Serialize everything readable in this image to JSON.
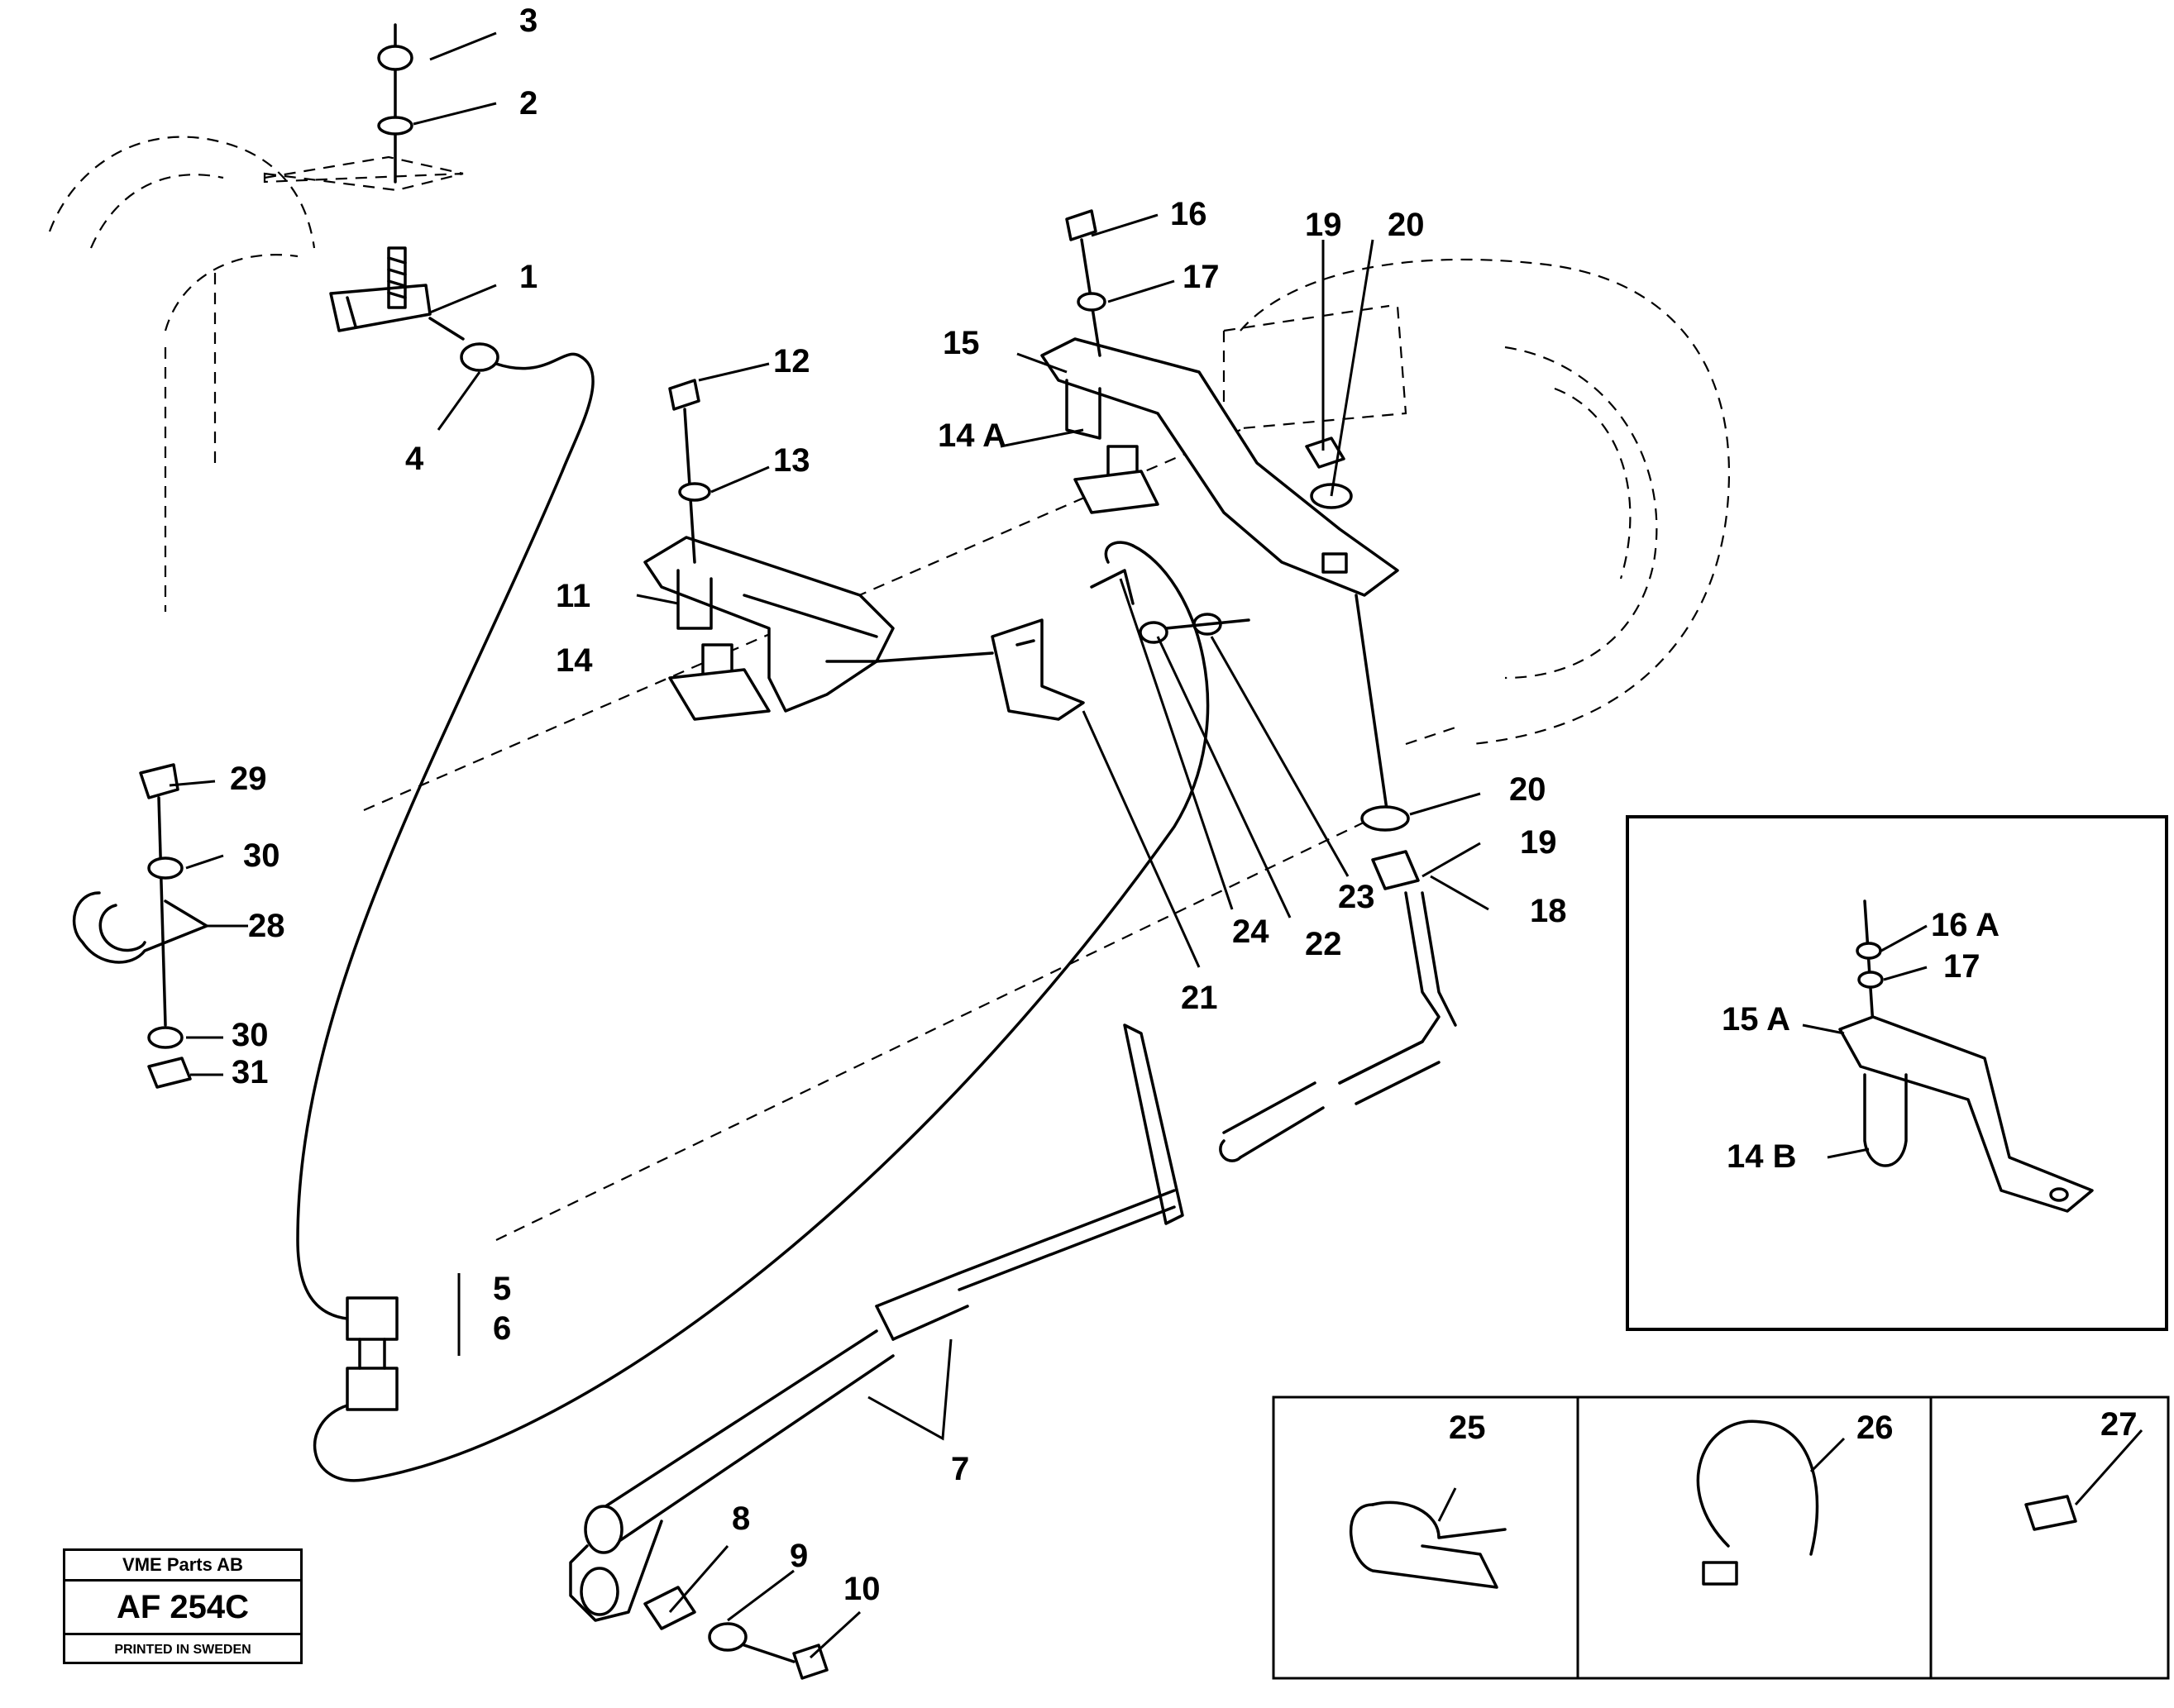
{
  "callouts": [
    {
      "id": "c1",
      "text": "1"
    },
    {
      "id": "c2",
      "text": "2"
    },
    {
      "id": "c3",
      "text": "3"
    },
    {
      "id": "c4",
      "text": "4"
    },
    {
      "id": "c5",
      "text": "5"
    },
    {
      "id": "c6",
      "text": "6"
    },
    {
      "id": "c7",
      "text": "7"
    },
    {
      "id": "c8",
      "text": "8"
    },
    {
      "id": "c9",
      "text": "9"
    },
    {
      "id": "c10",
      "text": "10"
    },
    {
      "id": "c11",
      "text": "11"
    },
    {
      "id": "c12",
      "text": "12"
    },
    {
      "id": "c13",
      "text": "13"
    },
    {
      "id": "c14",
      "text": "14"
    },
    {
      "id": "c14A",
      "text": "14 A"
    },
    {
      "id": "c15",
      "text": "15"
    },
    {
      "id": "c16",
      "text": "16"
    },
    {
      "id": "c17",
      "text": "17"
    },
    {
      "id": "c18",
      "text": "18"
    },
    {
      "id": "c19a",
      "text": "19"
    },
    {
      "id": "c19b",
      "text": "19"
    },
    {
      "id": "c20a",
      "text": "20"
    },
    {
      "id": "c20b",
      "text": "20"
    },
    {
      "id": "c21",
      "text": "21"
    },
    {
      "id": "c22",
      "text": "22"
    },
    {
      "id": "c23",
      "text": "23"
    },
    {
      "id": "c24",
      "text": "24"
    },
    {
      "id": "c25",
      "text": "25"
    },
    {
      "id": "c26",
      "text": "26"
    },
    {
      "id": "c27",
      "text": "27"
    },
    {
      "id": "c28",
      "text": "28"
    },
    {
      "id": "c29",
      "text": "29"
    },
    {
      "id": "c30a",
      "text": "30"
    },
    {
      "id": "c30b",
      "text": "30"
    },
    {
      "id": "c31",
      "text": "31"
    },
    {
      "id": "c14B",
      "text": "14 B"
    },
    {
      "id": "c15A",
      "text": "15 A"
    },
    {
      "id": "c16A",
      "text": "16 A"
    },
    {
      "id": "c17b",
      "text": "17"
    }
  ],
  "title_block": {
    "company": "VME Parts AB",
    "code": "AF 254C",
    "printed": "PRINTED IN SWEDEN"
  }
}
